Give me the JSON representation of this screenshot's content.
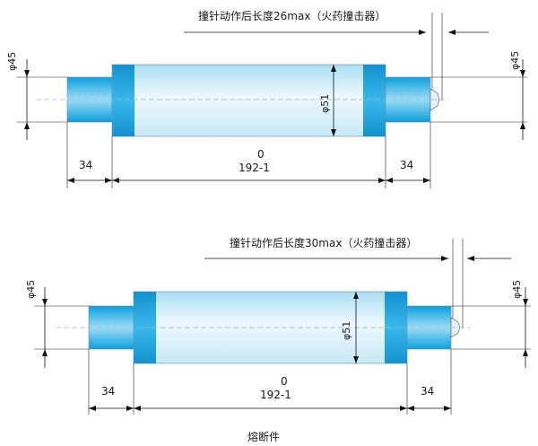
{
  "caption": "熔断件",
  "colors": {
    "body_light": "#eef9fd",
    "body_mid": "#bfe6f6",
    "band": "#1aa7e3",
    "cap_light": "#8fd8f6",
    "cap_dark": "#0aa0e0",
    "pin": "#e6f2f8"
  },
  "figures": [
    {
      "stroke_label": "撞针动作后长度26max（火药撞击器）",
      "left_diameter": "φ45",
      "right_diameter": "φ45",
      "body_diameter": "φ51",
      "left_length": "34",
      "right_length": "34",
      "body_length_top": "0",
      "body_length_bottom": "192-1"
    },
    {
      "stroke_label": "撞针动作后长度30max（火药撞击器）",
      "left_diameter": "φ45",
      "right_diameter": "φ45",
      "body_diameter": "φ51",
      "left_length": "34",
      "right_length": "34",
      "body_length_top": "0",
      "body_length_bottom": "192-1"
    }
  ]
}
